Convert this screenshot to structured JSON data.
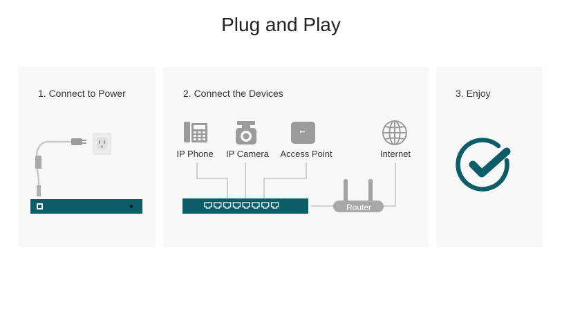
{
  "title": "Plug and Play",
  "steps": [
    {
      "label": "1. Connect to Power"
    },
    {
      "label": "2. Connect the Devices"
    },
    {
      "label": "3. Enjoy"
    }
  ],
  "devices": {
    "ip_phone": "IP Phone",
    "ip_camera": "IP Camera",
    "access_point": "Access Point",
    "internet": "Internet",
    "router": "Router"
  },
  "colors": {
    "switch": "#0d5c68",
    "panel_bg": "#f8f8f8",
    "icon_gray": "#9b9b9b",
    "line_gray": "#cfcfcf",
    "check": "#0d5c68"
  },
  "icons": [
    "power-plug-icon",
    "wall-outlet-icon",
    "ip-phone-icon",
    "ip-camera-icon",
    "access-point-icon",
    "globe-icon",
    "router-icon",
    "checkmark-icon"
  ]
}
